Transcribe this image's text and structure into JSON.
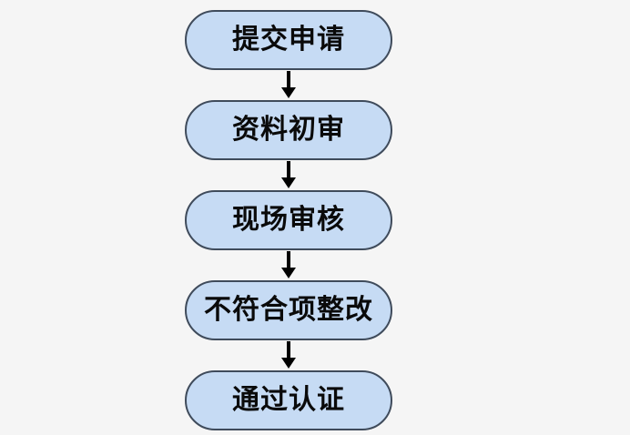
{
  "flowchart": {
    "steps": [
      {
        "label": "提交申请"
      },
      {
        "label": "资料初审"
      },
      {
        "label": "现场审核"
      },
      {
        "label": "不符合项整改"
      },
      {
        "label": "通过认证"
      }
    ],
    "colors": {
      "node_fill": "#c6dbf4",
      "node_border": "#3f4b5b",
      "arrow": "#000000",
      "background": "#f5f5f5"
    }
  }
}
